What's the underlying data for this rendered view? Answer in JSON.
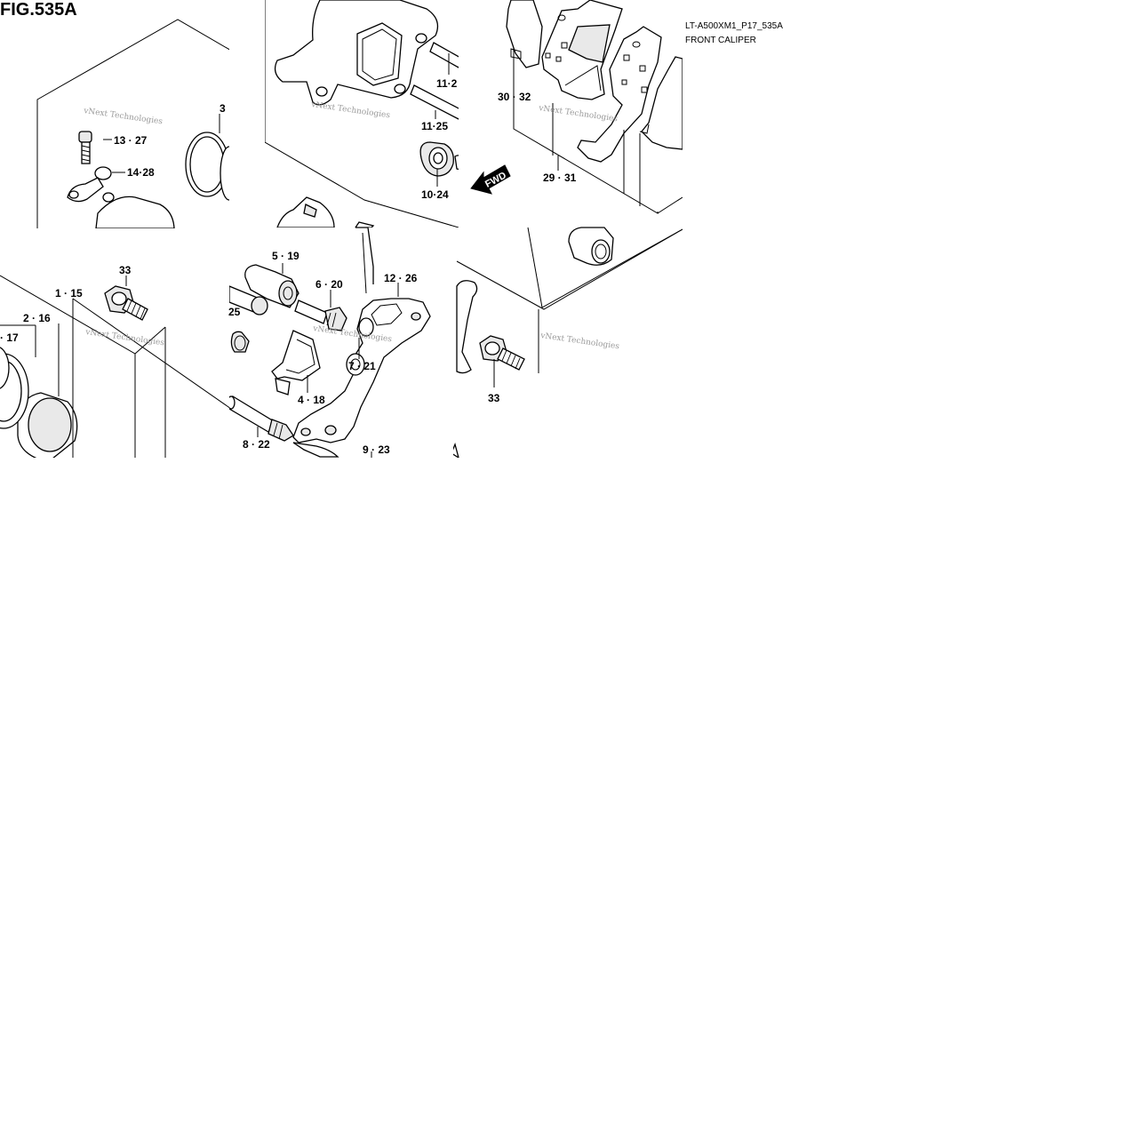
{
  "figure": {
    "title": "FIG.535A",
    "code": "LT-A500XM1_P17_535A",
    "subtitle": "FRONT CALIPER"
  },
  "watermark": "vNext Technologies",
  "direction_arrow": "FWD",
  "parts": [
    {
      "id": "p13",
      "label": "13 · 27"
    },
    {
      "id": "p14",
      "label": "14·28"
    },
    {
      "id": "p3",
      "label": "3"
    },
    {
      "id": "p11a",
      "label": "11·2"
    },
    {
      "id": "p11b",
      "label": "11·25"
    },
    {
      "id": "p10",
      "label": "10·24"
    },
    {
      "id": "p30",
      "label": "30 · 32"
    },
    {
      "id": "p29",
      "label": "29 · 31"
    },
    {
      "id": "p33a",
      "label": "33"
    },
    {
      "id": "p1",
      "label": "1 · 15"
    },
    {
      "id": "p2",
      "label": "2 · 16"
    },
    {
      "id": "p17",
      "label": "· 17"
    },
    {
      "id": "p5",
      "label": "5 · 19"
    },
    {
      "id": "p25",
      "label": "25"
    },
    {
      "id": "p6",
      "label": "6 · 20"
    },
    {
      "id": "p12",
      "label": "12 · 26"
    },
    {
      "id": "p7",
      "label": "7 · 21"
    },
    {
      "id": "p4",
      "label": "4 · 18"
    },
    {
      "id": "p8",
      "label": "8 · 22"
    },
    {
      "id": "p9",
      "label": "9 · 23"
    },
    {
      "id": "p33b",
      "label": "33"
    }
  ]
}
